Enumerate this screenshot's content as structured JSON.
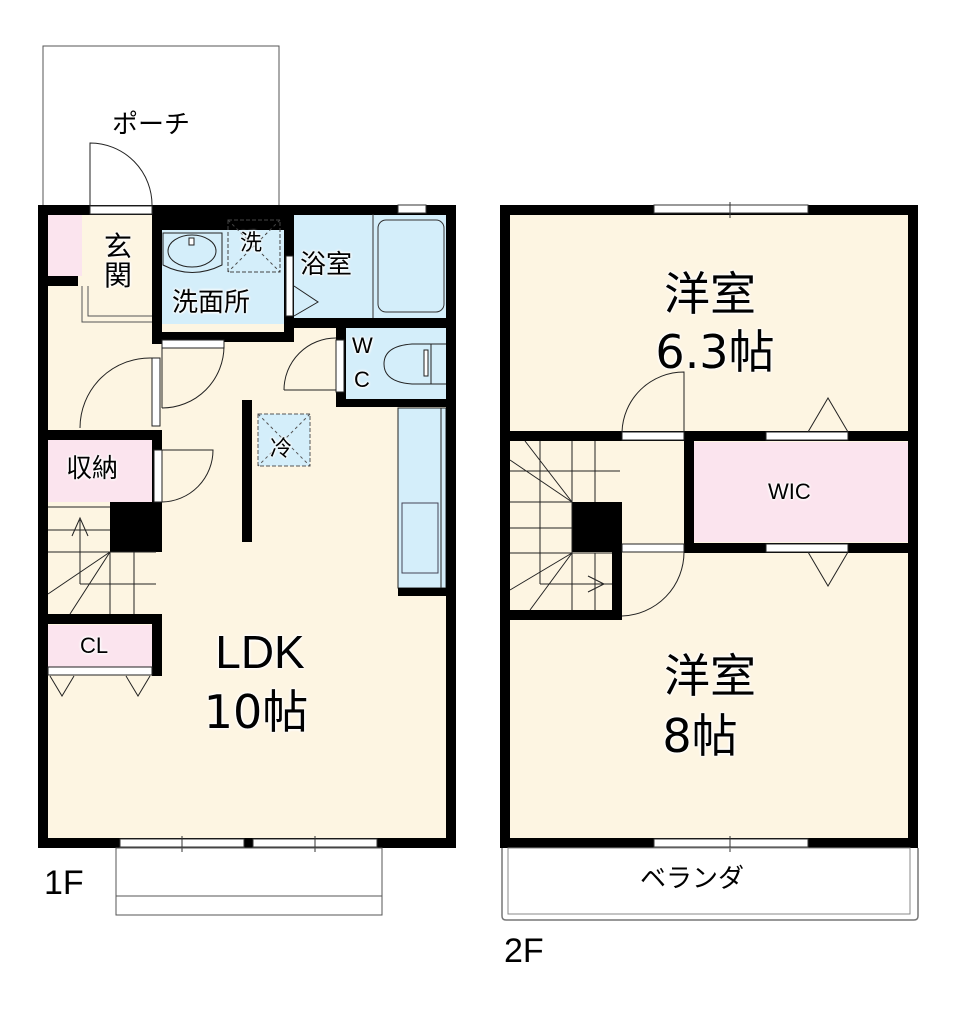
{
  "floorplan": {
    "floors": [
      {
        "label": "1F",
        "rooms": [
          {
            "id": "porch",
            "label": "ポーチ"
          },
          {
            "id": "entrance",
            "label": "玄関"
          },
          {
            "id": "washroom",
            "label": "洗面所"
          },
          {
            "id": "washer",
            "label": "洗"
          },
          {
            "id": "bathroom",
            "label": "浴室"
          },
          {
            "id": "wc",
            "label_line1": "W",
            "label_line2": "C"
          },
          {
            "id": "fridge",
            "label": "冷"
          },
          {
            "id": "storage",
            "label": "収納"
          },
          {
            "id": "closet",
            "label": "CL"
          },
          {
            "id": "ldk",
            "label_line1": "LDK",
            "label_line2": "10帖"
          }
        ]
      },
      {
        "label": "2F",
        "rooms": [
          {
            "id": "western-room-1",
            "label_line1": "洋室",
            "label_line2": "6.3帖"
          },
          {
            "id": "wic",
            "label": "WIC"
          },
          {
            "id": "western-room-2",
            "label_line1": "洋室",
            "label_line2": "8帖"
          },
          {
            "id": "veranda",
            "label": "ベランダ"
          }
        ]
      }
    ],
    "colors": {
      "floor": "#fdf5e2",
      "wet_area": "#d4eefa",
      "storage": "#fbe4ee",
      "wall": "#000000",
      "line": "#333333"
    }
  }
}
